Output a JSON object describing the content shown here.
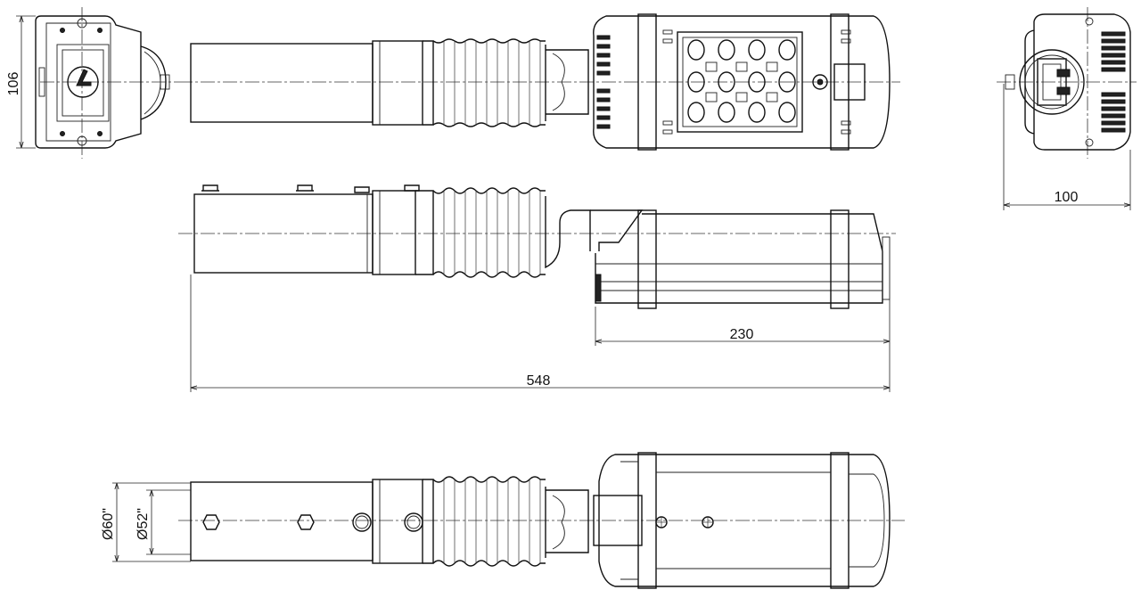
{
  "dimensions": {
    "height_end": "106",
    "width_end": "100",
    "housing_length": "230",
    "total_length": "548",
    "outer_diameter": "Ø60\"",
    "inner_diameter": "Ø52\""
  }
}
